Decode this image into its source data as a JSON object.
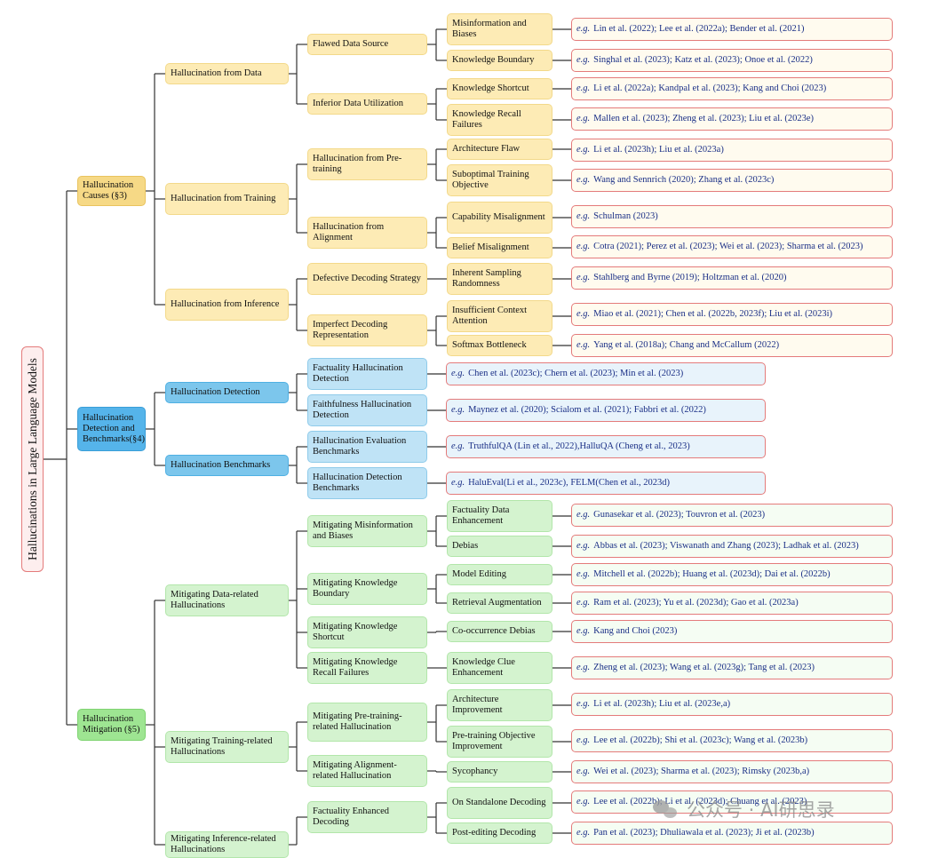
{
  "root": "Hallucinations in Large Language Models",
  "l1": [
    {
      "id": "causes",
      "text": "Hallucination Causes (§3)"
    },
    {
      "id": "detect",
      "text": "Hallucination Detection and Benchmarks(§4)"
    },
    {
      "id": "mitig",
      "text": "Hallucination Mitigation (§5)"
    }
  ],
  "l2": [
    {
      "id": "c_data",
      "text": "Hallucination from Data"
    },
    {
      "id": "c_train",
      "text": "Hallucination from Training"
    },
    {
      "id": "c_inf",
      "text": "Hallucination from Inference"
    },
    {
      "id": "d_det",
      "text": "Hallucination Detection"
    },
    {
      "id": "d_bench",
      "text": "Hallucination Benchmarks"
    },
    {
      "id": "m_data",
      "text": "Mitigating Data-related Hallucinations"
    },
    {
      "id": "m_train",
      "text": "Mitigating Training-related Hallucinations"
    },
    {
      "id": "m_inf",
      "text": "Mitigating Inference-related Hallucinations"
    }
  ],
  "l3": [
    {
      "id": "flawed",
      "text": "Flawed Data Source"
    },
    {
      "id": "inferior",
      "text": "Inferior Data Utilization"
    },
    {
      "id": "pretrain",
      "text": "Hallucination from Pre-training"
    },
    {
      "id": "align",
      "text": "Hallucination from Alignment"
    },
    {
      "id": "defdec",
      "text": "Defective Decoding Strategy"
    },
    {
      "id": "impdec",
      "text": "Imperfect Decoding Representation"
    },
    {
      "id": "facthd",
      "text": "Factuality Hallucination Detection",
      "ref": "Chen et al. (2023c); Chern et al. (2023); Min et al. (2023)"
    },
    {
      "id": "faithhd",
      "text": "Faithfulness Hallucination Detection",
      "ref": "Maynez et al. (2020); Scialom et al. (2021); Fabbri et al. (2022)"
    },
    {
      "id": "evalb",
      "text": "Hallucination Evaluation Benchmarks",
      "ref": "TruthfulQA (Lin et al., 2022),HalluQA (Cheng et al., 2023)"
    },
    {
      "id": "detb",
      "text": "Hallucination Detection Benchmarks",
      "ref": "HaluEval(Li et al., 2023c), FELM(Chen et al., 2023d)"
    },
    {
      "id": "mmis",
      "text": "Mitigating Misinformation and Biases"
    },
    {
      "id": "mkb",
      "text": "Mitigating Knowledge Boundary"
    },
    {
      "id": "mks",
      "text": "Mitigating Knowledge Shortcut"
    },
    {
      "id": "mkr",
      "text": "Mitigating Knowledge Recall Failures"
    },
    {
      "id": "mpre",
      "text": "Mitigating Pre-training-related Hallucination"
    },
    {
      "id": "malign",
      "text": "Mitigating Alignment-related Hallucination"
    },
    {
      "id": "fed",
      "text": "Factuality Enhanced Decoding"
    }
  ],
  "l4": [
    {
      "id": "misb",
      "text": "Misinformation and Biases",
      "ref": "Lin et al. (2022); Lee et al. (2022a); Bender et al. (2021)"
    },
    {
      "id": "kbound",
      "text": "Knowledge Boundary",
      "ref": "Singhal et al. (2023); Katz et al. (2023); Onoe et al. (2022)"
    },
    {
      "id": "kshort",
      "text": "Knowledge Shortcut",
      "ref": "Li et al. (2022a); Kandpal et al. (2023); Kang and Choi (2023)"
    },
    {
      "id": "krecall",
      "text": "Knowledge Recall Failures",
      "ref": "Mallen et al. (2023); Zheng et al. (2023); Liu et al. (2023e)"
    },
    {
      "id": "arch",
      "text": "Architecture Flaw",
      "ref": "Li et al. (2023h); Liu et al. (2023a)"
    },
    {
      "id": "subopt",
      "text": "Suboptimal Training Objective",
      "ref": "Wang and Sennrich (2020); Zhang et al. (2023c)"
    },
    {
      "id": "capmis",
      "text": "Capability Misalignment",
      "ref": "Schulman (2023)"
    },
    {
      "id": "belief",
      "text": "Belief Misalignment",
      "ref": "Cotra (2021); Perez et al. (2023); Wei et al. (2023); Sharma et al. (2023)"
    },
    {
      "id": "inh",
      "text": "Inherent Sampling Randomness",
      "ref": "Stahlberg and Byrne (2019); Holtzman et al. (2020)"
    },
    {
      "id": "insuf",
      "text": "Insufficient Context Attention",
      "ref": "Miao et al. (2021); Chen et al. (2022b, 2023f); Liu et al. (2023i)"
    },
    {
      "id": "softmax",
      "text": "Softmax Bottleneck",
      "ref": "Yang et al. (2018a); Chang and McCallum (2022)"
    },
    {
      "id": "factdata",
      "text": "Factuality Data Enhancement",
      "ref": "Gunasekar et al. (2023); Touvron et al. (2023)"
    },
    {
      "id": "debias",
      "text": "Debias",
      "ref": "Abbas et al. (2023); Viswanath and Zhang (2023); Ladhak et al. (2023)"
    },
    {
      "id": "medit",
      "text": "Model Editing",
      "ref": "Mitchell et al. (2022b); Huang et al. (2023d); Dai et al. (2022b)"
    },
    {
      "id": "retr",
      "text": "Retrieval Augmentation",
      "ref": "Ram et al. (2023); Yu et al. (2023d); Gao et al. (2023a)"
    },
    {
      "id": "cooc",
      "text": "Co-occurrence Debias",
      "ref": "Kang and Choi (2023)"
    },
    {
      "id": "kclue",
      "text": "Knowledge Clue Enhancement",
      "ref": "Zheng et al. (2023); Wang et al. (2023g); Tang et al. (2023)"
    },
    {
      "id": "archimp",
      "text": "Architecture Improvement",
      "ref": "Li et al. (2023h); Liu et al. (2023e,a)"
    },
    {
      "id": "ptobj",
      "text": "Pre-training Objective Improvement",
      "ref": "Lee et al. (2022b); Shi et al. (2023c); Wang et al. (2023b)"
    },
    {
      "id": "syco",
      "text": "Sycophancy",
      "ref": "Wei et al. (2023); Sharma et al. (2023); Rimsky (2023b,a)"
    },
    {
      "id": "standalone",
      "text": "On Standalone Decoding",
      "ref": "Lee et al. (2022b); Li et al. (2023d); Chuang et al. (2023)"
    },
    {
      "id": "postedit",
      "text": "Post-editing Decoding",
      "ref": "Pan et al. (2023); Dhuliawala et al. (2023); Ji et al. (2023b)"
    }
  ],
  "eg_label": "e.g.",
  "watermark": "公众号 · AI研思录",
  "colors": {
    "yellow": "#fdebb5",
    "blue": "#bfe3f6",
    "green": "#d4f3cf",
    "ref_border": "#e47b7b",
    "ref_text": "#1a2f86",
    "connector": "#333333"
  }
}
